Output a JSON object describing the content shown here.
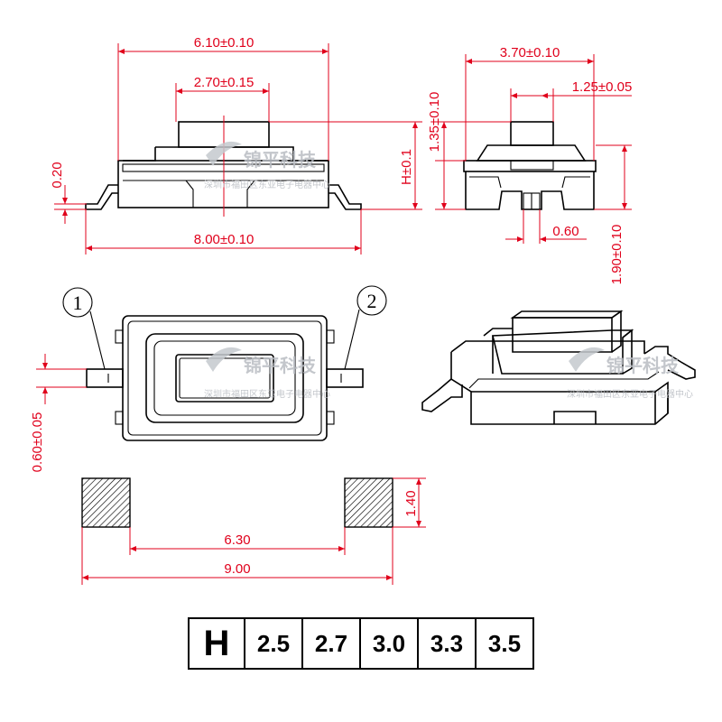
{
  "dimensions": {
    "top_width": "6.10±0.10",
    "top_button": "2.70±0.15",
    "top_overall": "8.00±0.10",
    "top_lead_thickness": "0.20",
    "top_height": "H±0.1",
    "side_width": "3.70±0.10",
    "side_button": "1.25±0.05",
    "side_height": "1.35±0.10",
    "side_lead": "0.60",
    "side_total": "1.90±0.10",
    "plan_lead": "0.60±0.05",
    "pad_height": "1.40",
    "pad_inner": "6.30",
    "pad_outer": "9.00"
  },
  "callouts": {
    "pin1": "1",
    "pin2": "2"
  },
  "watermark": {
    "brand": "锦平科技",
    "address": "深圳市福田区东亚电子电器中心"
  },
  "h_table": {
    "header": "H",
    "values": [
      "2.5",
      "2.7",
      "3.0",
      "3.3",
      "3.5"
    ]
  }
}
